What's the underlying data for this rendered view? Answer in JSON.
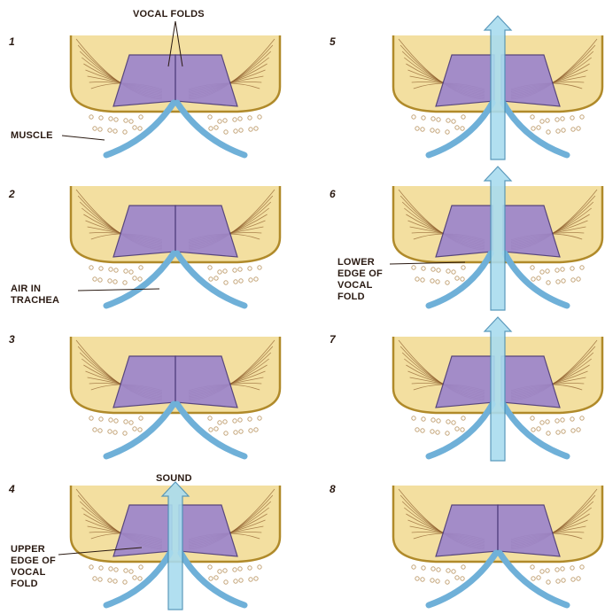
{
  "panel_numbers": [
    "1",
    "2",
    "3",
    "4",
    "5",
    "6",
    "7",
    "8"
  ],
  "labels": {
    "vocal_folds": "VOCAL FOLDS",
    "muscle": "MUSCLE",
    "air_in_trachea": [
      "AIR IN",
      "TRACHEA"
    ],
    "sound": "SOUND",
    "upper_edge": [
      "UPPER",
      "EDGE OF",
      "VOCAL",
      "FOLD"
    ],
    "lower_edge": [
      "LOWER",
      "EDGE OF",
      "VOCAL",
      "FOLD"
    ]
  },
  "colors": {
    "larynx_fill": "#f3dfa0",
    "larynx_outline": "#b08a2a",
    "striation": "#8a5a2a",
    "fold_fill": "#9d86cc",
    "fold_outline": "#4b3a7a",
    "trachea_wall": "#6fb0d8",
    "airflow": "#a9dcef",
    "airflow_outline": "#4a8fb5",
    "cartilage_speckle": "#c4a57a"
  },
  "panels": [
    {
      "number": "1",
      "gap": 0,
      "arrow": "none"
    },
    {
      "number": "2",
      "gap": 0,
      "arrow": "none"
    },
    {
      "number": "3",
      "gap": 0,
      "arrow": "none"
    },
    {
      "number": "4",
      "gap": 4,
      "arrow": "short"
    },
    {
      "number": "5",
      "gap": 4,
      "arrow": "long"
    },
    {
      "number": "6",
      "gap": 6,
      "arrow": "long"
    },
    {
      "number": "7",
      "gap": 4,
      "arrow": "long"
    },
    {
      "number": "8",
      "gap": 0,
      "arrow": "none"
    }
  ]
}
